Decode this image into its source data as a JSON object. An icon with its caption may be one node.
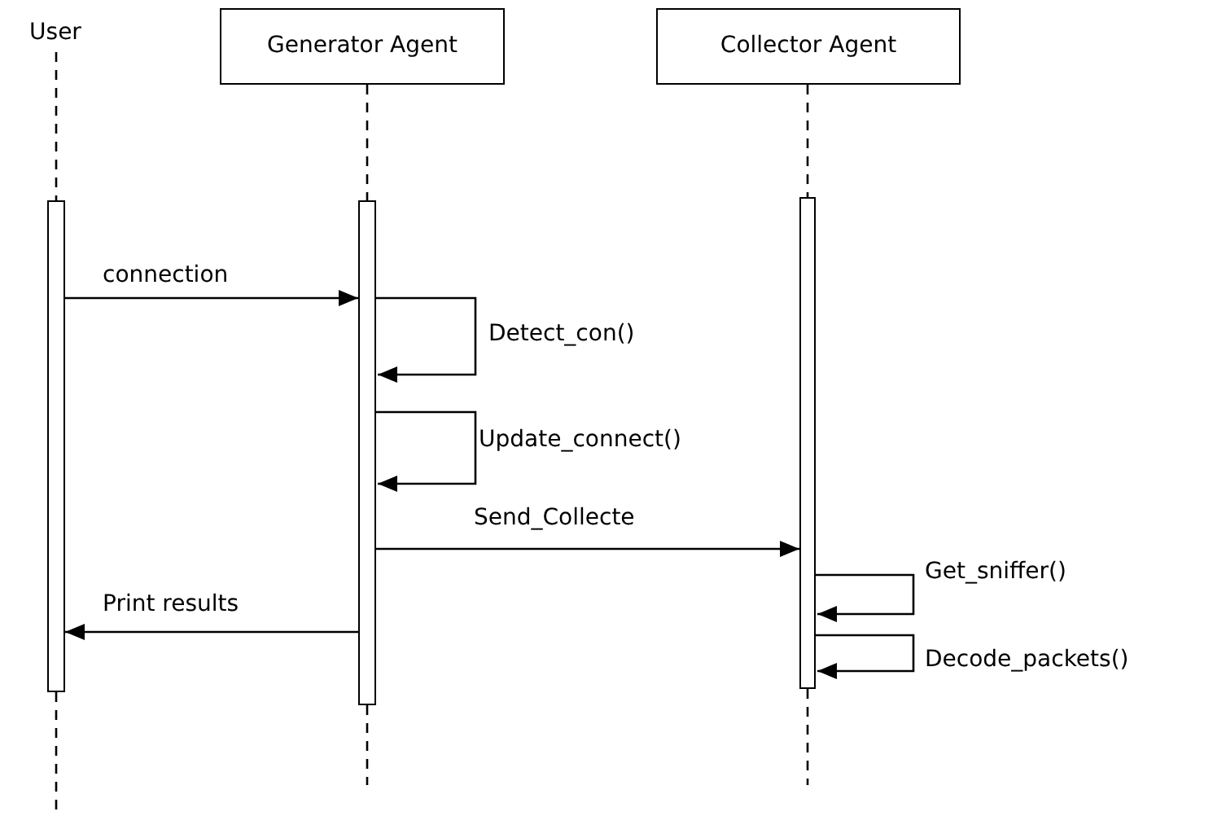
{
  "diagram": {
    "nodes": [
      {
        "text": [
          "User"
        ]
      },
      {
        "text": [
          "Generator Agent"
        ]
      },
      {
        "text": [
          "Collector Agent"
        ]
      },
      {
        "text": [],
        "shape": "bar"
      },
      {
        "text": [],
        "shape": "bar"
      },
      {
        "text": [],
        "shape": "bar"
      }
    ],
    "edges": [
      {
        "from": 0,
        "to": 3,
        "arrow": "none",
        "style": "dashed"
      },
      {
        "from": 1,
        "to": 4,
        "arrow": "none",
        "style": "dashed"
      },
      {
        "from": 2,
        "to": 5,
        "arrow": "none",
        "style": "dashed"
      },
      {
        "from": 3,
        "to": 4,
        "arrow": "to",
        "label": "connection"
      },
      {
        "from": 4,
        "to": 4,
        "arrow": "to",
        "label": "Detect_con()"
      },
      {
        "from": 4,
        "to": 4,
        "arrow": "to",
        "label": "Update_connect()"
      },
      {
        "from": 4,
        "to": 5,
        "arrow": "to",
        "label": "Send_Collecte"
      },
      {
        "from": 5,
        "to": 5,
        "arrow": "to",
        "label": "Get_sniffer()"
      },
      {
        "from": 4,
        "to": 3,
        "arrow": "to",
        "label": "Print results"
      },
      {
        "from": 5,
        "to": 5,
        "arrow": "to",
        "label": "Decode_packets()"
      },
      {
        "from": 3,
        "to": null,
        "arrow": "none",
        "style": "dashed"
      },
      {
        "from": 4,
        "to": null,
        "arrow": "none",
        "style": "dashed"
      },
      {
        "from": 5,
        "to": null,
        "arrow": "none",
        "style": "dashed"
      }
    ]
  }
}
